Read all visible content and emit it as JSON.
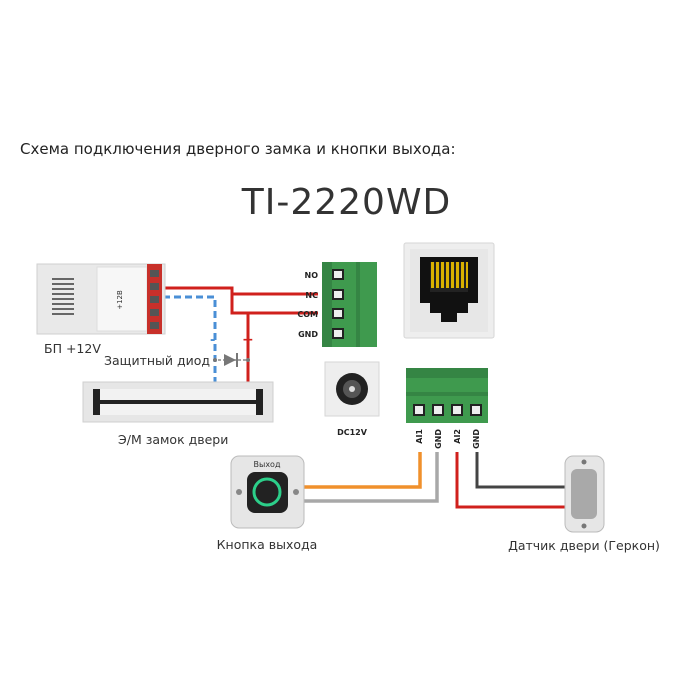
{
  "caption": "Схема подключения дверного замка и кнопки выхода:",
  "model": "TI-2220WD",
  "psu": {
    "label": "БП +12V",
    "inner": "+12В"
  },
  "diode_label": "Защитный диод",
  "minus": "-",
  "plus": "+",
  "lock_label": "Э/М замок двери",
  "relay_pins": [
    "NO",
    "NC",
    "COM",
    "GND"
  ],
  "dc_label": "DC12V",
  "input_pins": [
    "AI1",
    "GND",
    "AI2",
    "GND"
  ],
  "exit_button": {
    "label": "Кнопка выхода",
    "tag": "Выход"
  },
  "sensor_label": "Датчик двери (Геркон)",
  "colors": {
    "red": "#d0201c",
    "blue": "#4a8fd6",
    "orange": "#f0902c",
    "gray": "#9a9a9a",
    "dark": "#444444",
    "green": "#3f9a4e",
    "psu_red": "#c8302a"
  }
}
